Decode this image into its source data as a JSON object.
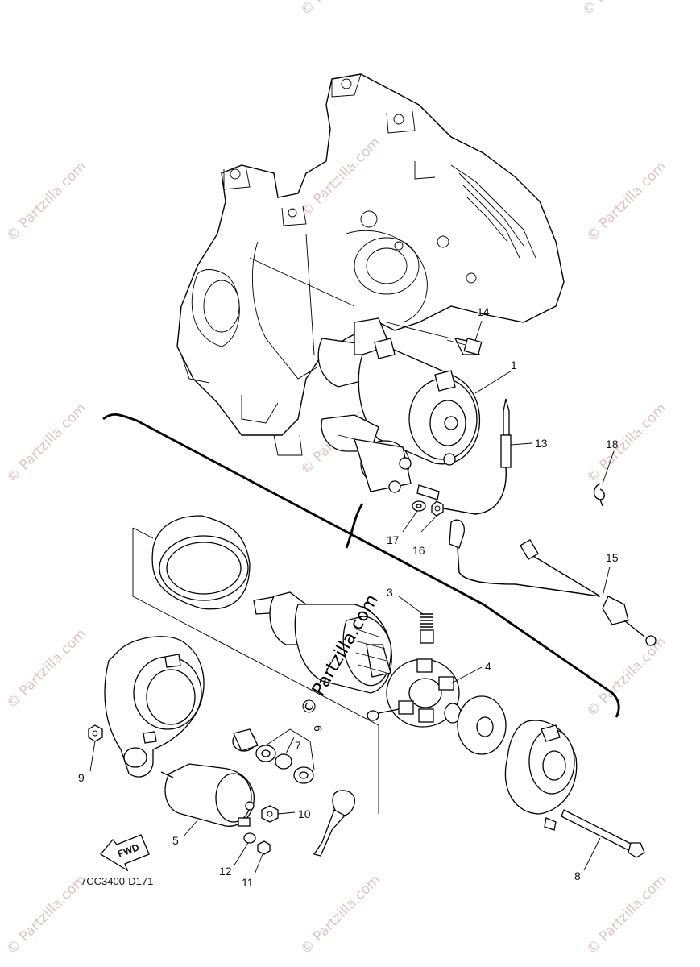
{
  "diagram_code": "7CC3400-D171",
  "fwd_label": "FWD",
  "watermark": "© Partzilla.com",
  "callouts": {
    "c1": "1",
    "c3": "3",
    "c4": "4",
    "c5": "5",
    "c6": "6",
    "c7": "7",
    "c8": "8",
    "c9": "9",
    "c10": "10",
    "c11": "11",
    "c12": "12",
    "c13": "13",
    "c14": "14",
    "c15": "15",
    "c16": "16",
    "c17": "17",
    "c18": "18"
  }
}
